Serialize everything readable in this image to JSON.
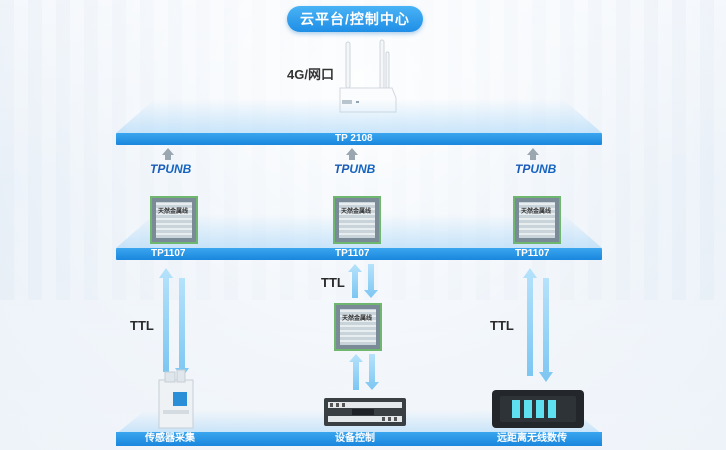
{
  "cloud": {
    "label": "云平台/控制中心"
  },
  "router": {
    "label": "4G/网口"
  },
  "gateway": {
    "label": "TP 2108"
  },
  "brand": {
    "prefix": "TP",
    "suffix": "UNB"
  },
  "nodes": [
    {
      "label": "TP1107",
      "chip_text": "天然金属线"
    },
    {
      "label": "TP1107",
      "chip_text": "天然金属线"
    },
    {
      "label": "TP1107",
      "chip_text": "天然金属线"
    }
  ],
  "middle_chip": {
    "chip_text": "天然金属线"
  },
  "links": {
    "ttl_left": "TTL",
    "ttl_middle": "TTL",
    "ttl_right": "TTL"
  },
  "devices": [
    {
      "label": "传感器采集",
      "icon": "sensor-icon"
    },
    {
      "label": "设备控制",
      "icon": "controller-icon"
    },
    {
      "label": "远距离无线数传",
      "icon": "radio-icon"
    }
  ],
  "colors": {
    "accent": "#1f8ee6",
    "arrow": "#8fd0f5",
    "chip_border": "#6fb76f"
  }
}
